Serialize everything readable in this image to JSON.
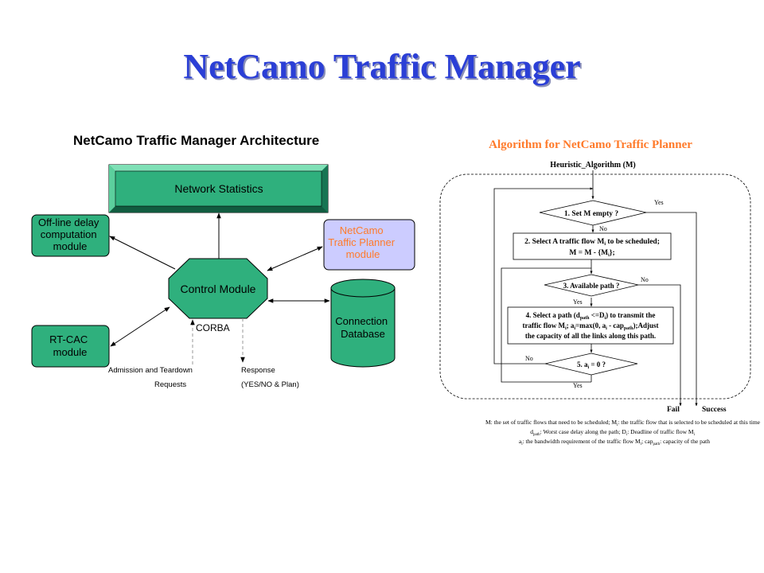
{
  "title": "NetCamo Traffic Manager",
  "colors": {
    "title": "#2b3fd6",
    "module_fill": "#2fb07d",
    "planner_fill": "#ccccff",
    "planner_text": "#ff7a2a",
    "algo_title": "#ff7a2a"
  },
  "architecture": {
    "heading": "NetCamo Traffic Manager Architecture",
    "network_statistics": "Network Statistics",
    "offline_module": [
      "Off-line delay",
      "computation",
      "module"
    ],
    "planner_module": [
      "NetCamo",
      "Traffic Planner",
      "module"
    ],
    "control_module": "Control Module",
    "corba": "CORBA",
    "rtcac_module": [
      "RT-CAC",
      "module"
    ],
    "connection_db": [
      "Connection",
      "Database"
    ],
    "admission": [
      "Admission and Teardown",
      "Requests"
    ],
    "response": [
      "Response",
      "(YES/NO & Plan)"
    ]
  },
  "algorithm": {
    "heading": "Algorithm for NetCamo Traffic Planner",
    "start": "Heuristic_Algorithm (M)",
    "step1": "1. Set M empty ?",
    "step2": [
      "2. Select A traffic flow M",
      "i",
      " to be scheduled;",
      "M = M - {M",
      "i",
      "};"
    ],
    "step3": "3. Available path ?",
    "step4": [
      "4. Select a path (d",
      "path",
      " <=D",
      "i",
      ") to transmit the",
      "traffic flow M",
      "i",
      "; a",
      "i",
      "=max(0, a",
      "i",
      " - cap",
      "path",
      ");Adjust",
      "the capacity of all the links along this path."
    ],
    "step5": [
      "5. a",
      "i",
      " = 0 ?"
    ],
    "yes": "Yes",
    "no": "No",
    "fail": "Fail",
    "success": "Success",
    "legend": [
      [
        "M: the set of traffic flows that need to be scheduled; M",
        "i",
        ": the traffic flow that is selected to be scheduled at this time"
      ],
      [
        "d",
        "path",
        ": Worst case delay along the path;  D",
        "i",
        ": Deadline of traffic flow M",
        "i"
      ],
      [
        "a",
        "i",
        ": the bandwidth requirement of the traffic flow M",
        "i",
        ";  cap",
        "path",
        ": capacity of the path"
      ]
    ]
  }
}
